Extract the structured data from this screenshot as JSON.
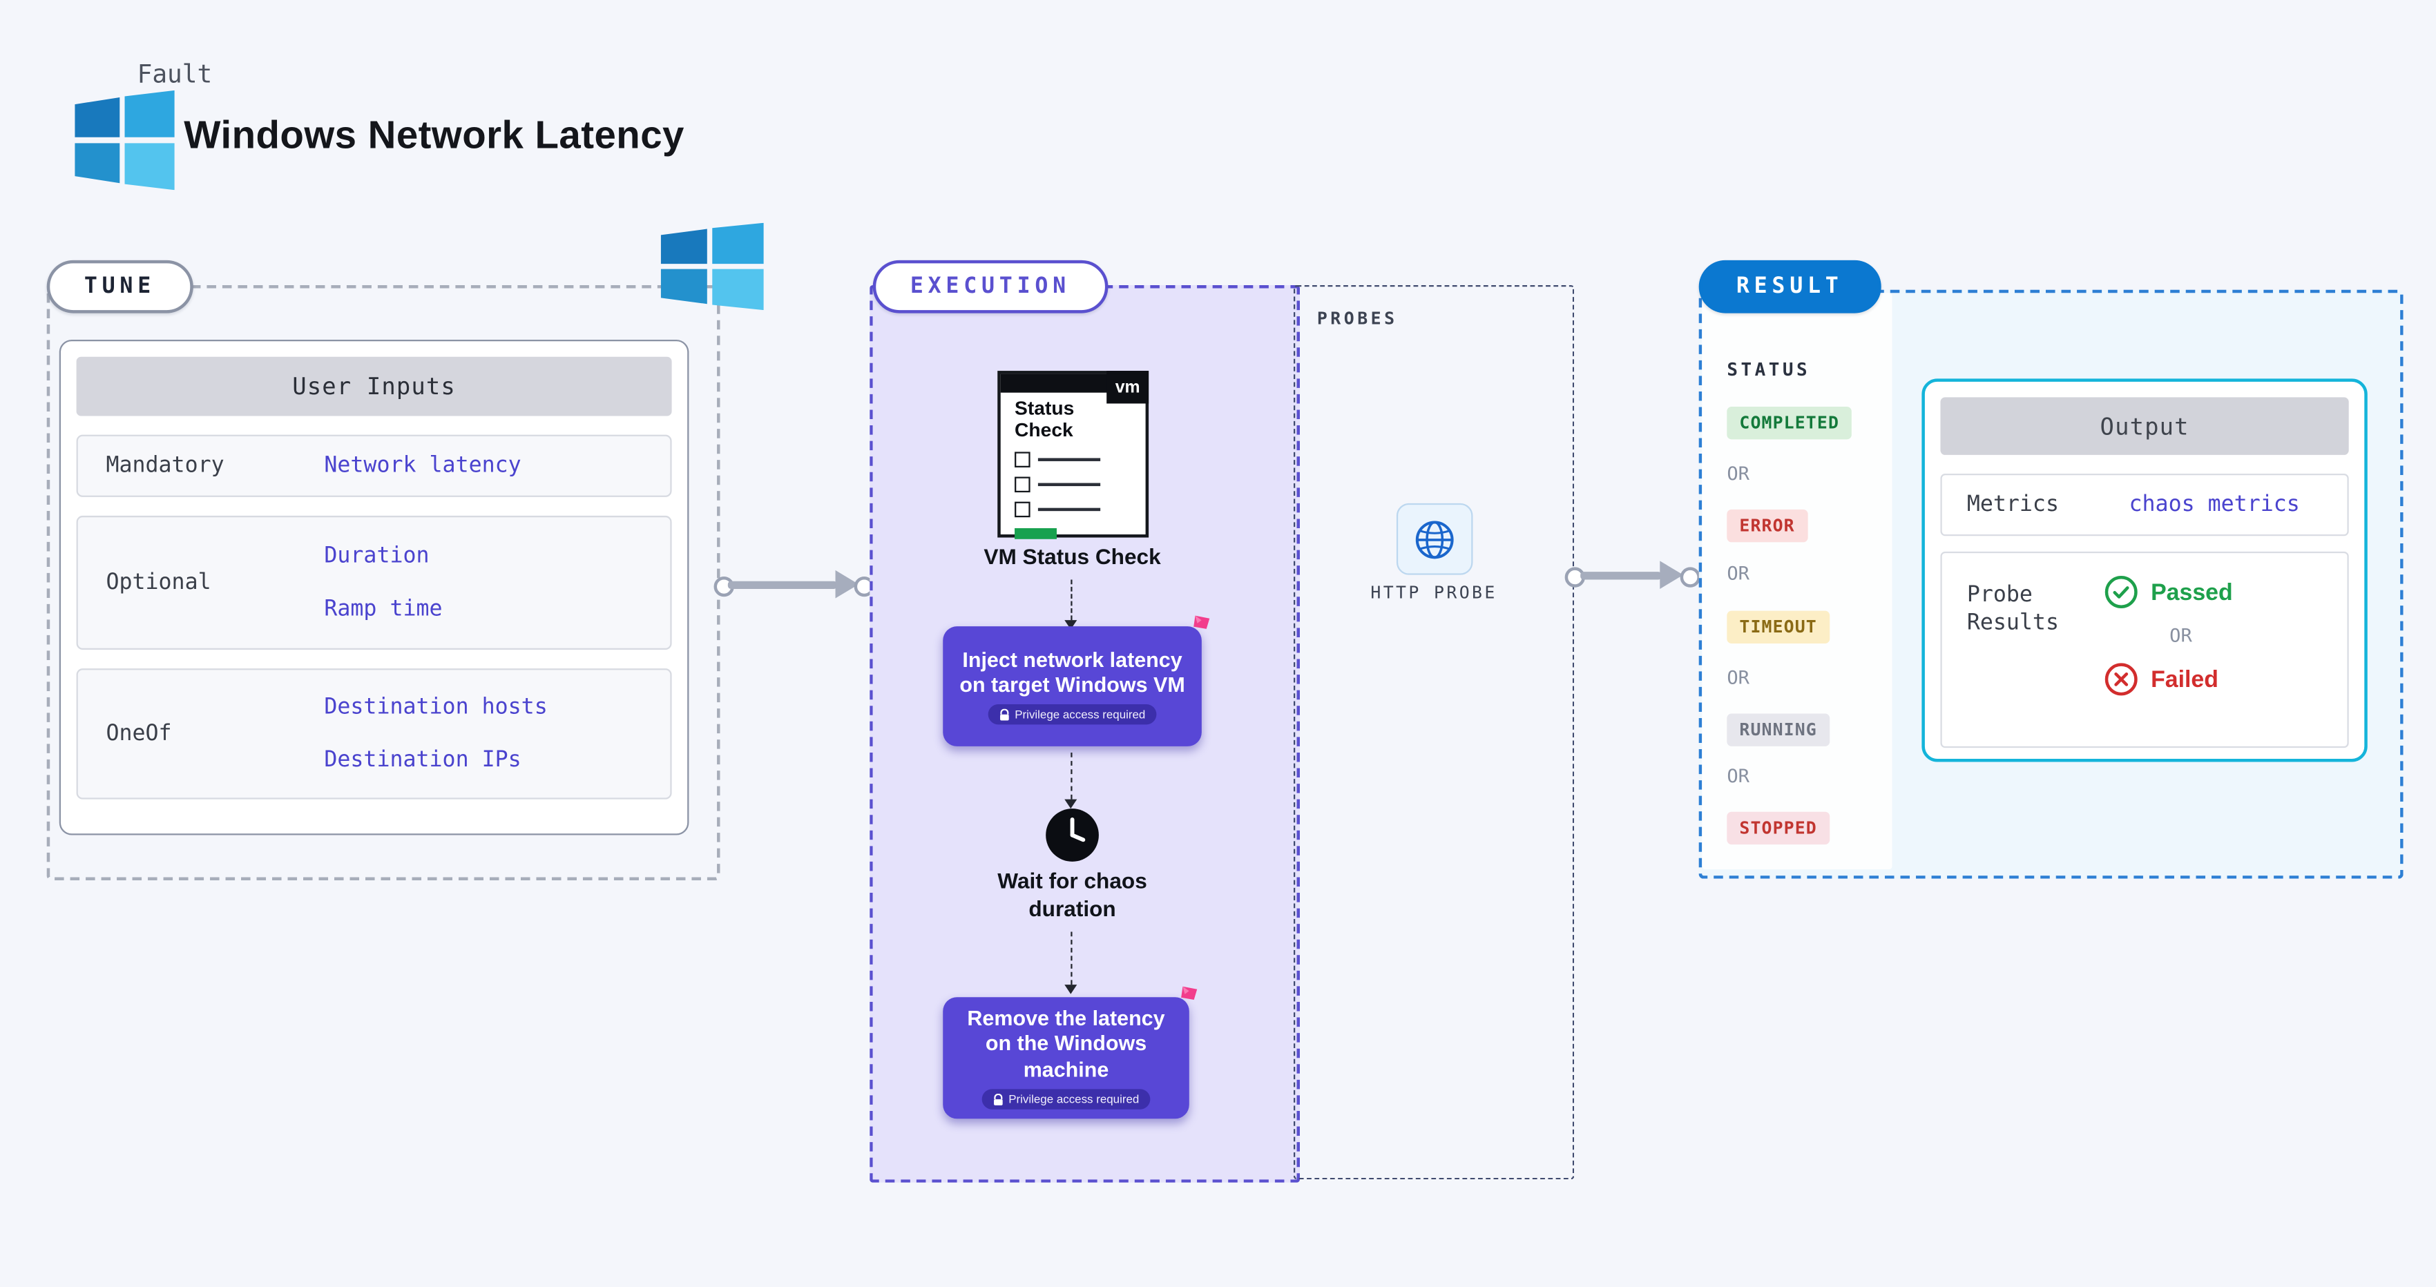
{
  "header": {
    "kicker": "Fault",
    "title": "Windows Network Latency"
  },
  "tune": {
    "label": "TUNE",
    "table_title": "User Inputs",
    "rows": [
      {
        "key": "Mandatory",
        "values": [
          "Network latency"
        ]
      },
      {
        "key": "Optional",
        "values": [
          "Duration",
          "Ramp time"
        ]
      },
      {
        "key": "OneOf",
        "values": [
          "Destination hosts",
          "Destination IPs"
        ]
      }
    ]
  },
  "execution": {
    "label": "EXECUTION",
    "vm_logo": "vm",
    "vm_card_title": "Status Check",
    "vm_caption": "VM Status Check",
    "inject_text": "Inject network latency on target Windows VM",
    "privilege_badge": "Privilege access required",
    "wait_caption": "Wait for chaos duration",
    "remove_text": "Remove the latency on the Windows machine",
    "probes": {
      "label": "PROBES",
      "probe_caption": "HTTP PROBE"
    }
  },
  "result": {
    "label": "RESULT",
    "status_label": "STATUS",
    "or_label": "OR",
    "statuses": [
      {
        "text": "COMPLETED",
        "kind": "completed"
      },
      {
        "text": "ERROR",
        "kind": "error"
      },
      {
        "text": "TIMEOUT",
        "kind": "timeout"
      },
      {
        "text": "RUNNING",
        "kind": "running"
      },
      {
        "text": "STOPPED",
        "kind": "stopped"
      }
    ],
    "output": {
      "title": "Output",
      "metrics_label": "Metrics",
      "metrics_link": "chaos metrics",
      "probe_results_label": "Probe Results",
      "passed": "Passed",
      "failed": "Failed"
    }
  },
  "colors": {
    "accent_purple": "#5847d6",
    "accent_blue": "#0b78d0",
    "accent_cyan": "#14b4da",
    "link_purple": "#4a43ce",
    "status_completed": "#13793a",
    "status_error": "#c13530",
    "status_timeout": "#8a6a15",
    "status_running": "#6e7380",
    "status_stopped": "#c13530",
    "passed_green": "#1ea04b",
    "failed_red": "#d22d2d",
    "windows_blue": "#2ea7e0"
  }
}
